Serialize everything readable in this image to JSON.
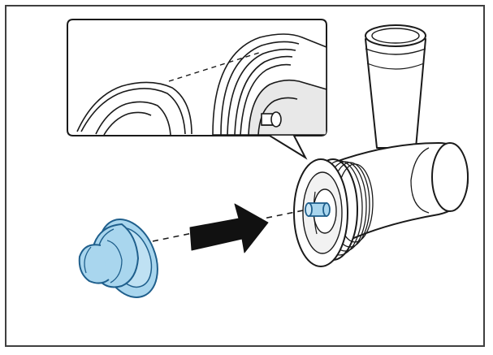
{
  "diagram": {
    "colors": {
      "outline": "#1a1a1a",
      "frame": "#3f3f3f",
      "part_blue_fill": "#a9d6ee",
      "part_blue_stroke": "#1f5f8c",
      "housing_fill": "#ffffff",
      "arrow_fill": "#111111",
      "shading_gray": "#e8e8e8"
    },
    "parts": [
      {
        "name": "seal-part",
        "color_role": "part_blue_fill"
      },
      {
        "name": "grinder-housing",
        "color_role": "housing_fill"
      },
      {
        "name": "drive-shaft",
        "color_role": "part_blue_fill"
      },
      {
        "name": "detail-inset",
        "color_role": "housing_fill"
      },
      {
        "name": "insertion-arrow",
        "color_role": "arrow_fill"
      }
    ]
  }
}
